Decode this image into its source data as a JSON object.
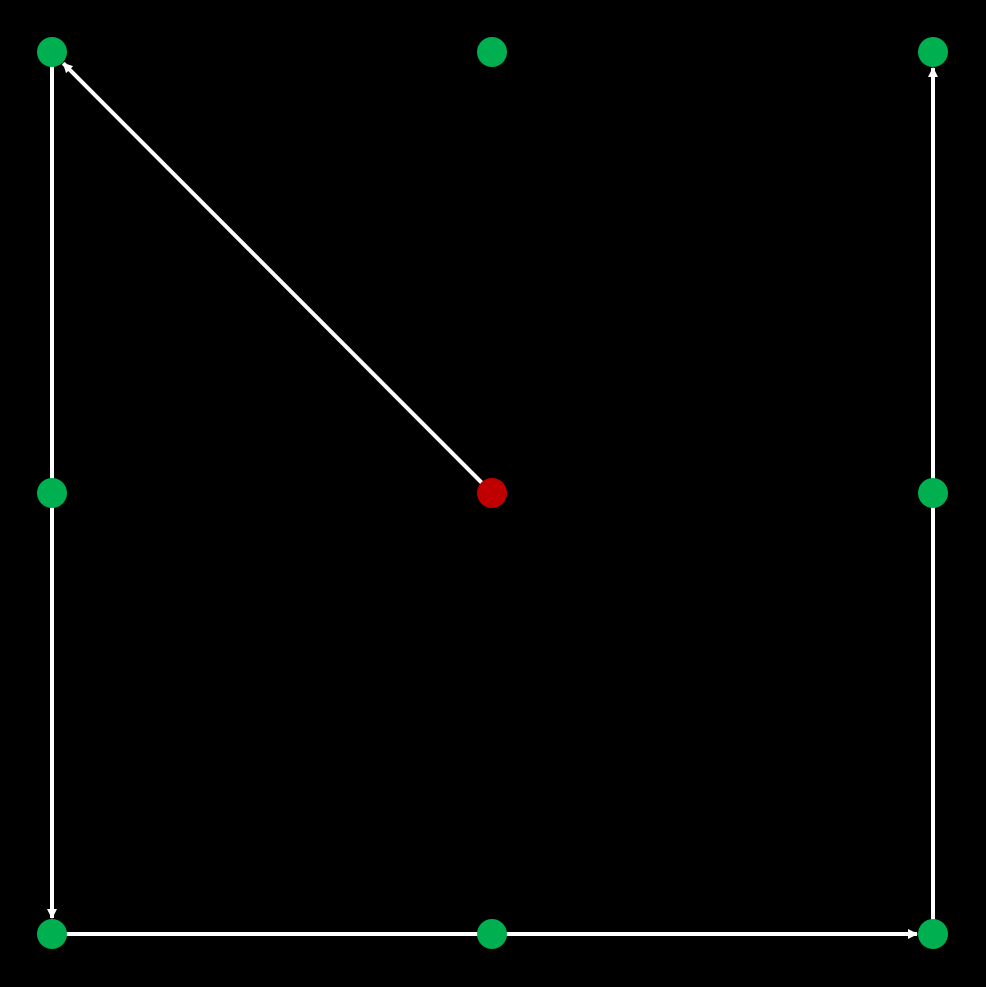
{
  "colors": {
    "background": "#000000",
    "node": "#00b050",
    "start_node": "#c00000",
    "path": "#ffffff"
  },
  "grid": {
    "columns": 3,
    "rows": 3
  },
  "nodes": [
    {
      "id": "top-left",
      "col": 0,
      "row": 0,
      "kind": "node"
    },
    {
      "id": "top-center",
      "col": 1,
      "row": 0,
      "kind": "node"
    },
    {
      "id": "top-right",
      "col": 2,
      "row": 0,
      "kind": "node"
    },
    {
      "id": "middle-left",
      "col": 0,
      "row": 1,
      "kind": "node"
    },
    {
      "id": "center",
      "col": 1,
      "row": 1,
      "kind": "start"
    },
    {
      "id": "middle-right",
      "col": 2,
      "row": 1,
      "kind": "node"
    },
    {
      "id": "bottom-left",
      "col": 0,
      "row": 2,
      "kind": "node"
    },
    {
      "id": "bottom-center",
      "col": 1,
      "row": 2,
      "kind": "node"
    },
    {
      "id": "bottom-right",
      "col": 2,
      "row": 2,
      "kind": "node"
    }
  ],
  "path": [
    "center",
    "top-left",
    "bottom-left",
    "bottom-right",
    "top-right"
  ]
}
